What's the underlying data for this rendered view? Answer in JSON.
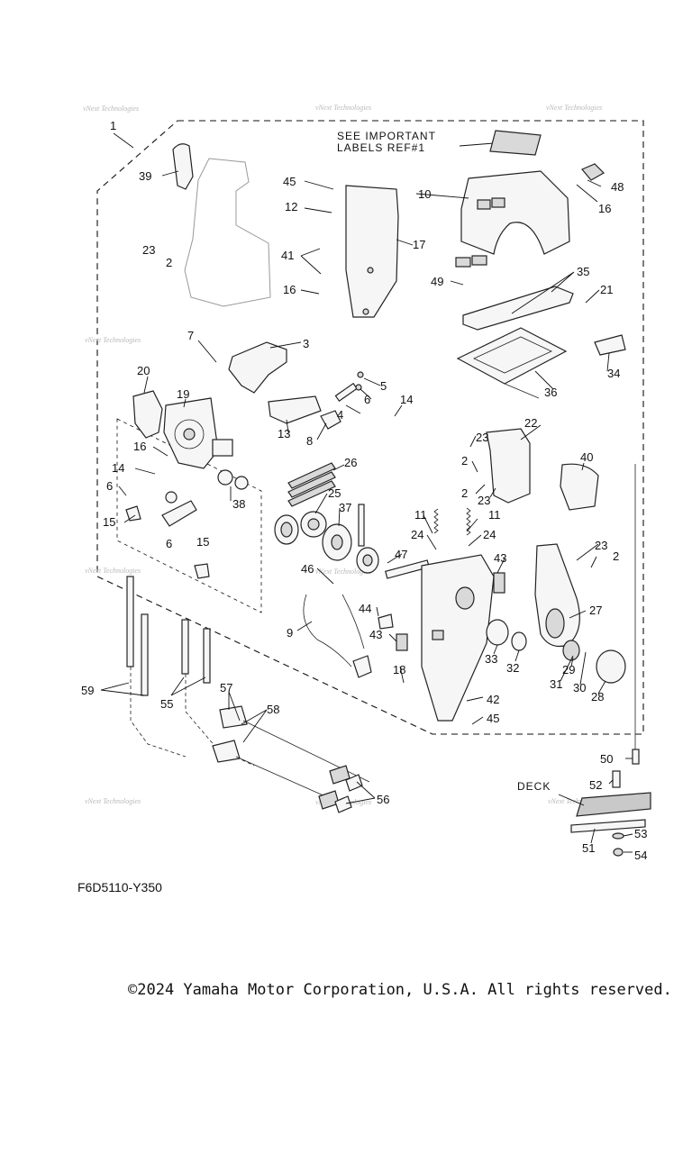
{
  "diagram": {
    "important_labels_lines": [
      "SEE IMPORTANT",
      "LABELS REF#1"
    ],
    "deck_label": "DECK",
    "watermark_text": "vNext Technologies",
    "callouts": [
      "1",
      "2",
      "3",
      "4",
      "5",
      "6",
      "7",
      "8",
      "9",
      "10",
      "11",
      "12",
      "13",
      "14",
      "15",
      "16",
      "17",
      "18",
      "19",
      "20",
      "21",
      "22",
      "23",
      "24",
      "25",
      "26",
      "27",
      "28",
      "29",
      "30",
      "31",
      "32",
      "33",
      "34",
      "35",
      "36",
      "37",
      "38",
      "39",
      "40",
      "41",
      "42",
      "43",
      "44",
      "45",
      "46",
      "47",
      "48",
      "49",
      "50",
      "51",
      "52",
      "53",
      "54",
      "55",
      "56",
      "57",
      "58",
      "59"
    ]
  },
  "footer": {
    "diagram_code": "F6D5110-Y350",
    "copyright": "©2024 Yamaha Motor Corporation, U.S.A. All rights reserved."
  }
}
